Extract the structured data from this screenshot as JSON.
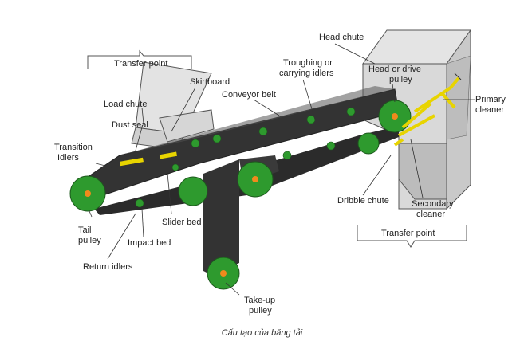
{
  "labels": {
    "transfer_point_top": "Transfer point",
    "skirtboard": "Skirtboard",
    "load_chute": "Load chute",
    "dust_seal": "Dust seal",
    "transition_idlers": [
      "Transition",
      "Idlers"
    ],
    "conveyor_belt": "Conveyor belt",
    "troughing_idlers": [
      "Troughing or",
      "carrying idlers"
    ],
    "head_chute": "Head chute",
    "head_pulley": [
      "Head or drive",
      "pulley"
    ],
    "primary_cleaner": [
      "Primary",
      "cleaner"
    ],
    "tail_pulley": [
      "Tail",
      "pulley"
    ],
    "impact_bed": "Impact bed",
    "slider_bed": "Slider bed",
    "return_idlers": "Return idlers",
    "take_up_pulley": [
      "Take-up",
      "pulley"
    ],
    "dribble_chute": "Dribble chute",
    "secondary_cleaner": [
      "Secondary",
      "cleaner"
    ],
    "transfer_point_bottom": "Transfer point"
  },
  "caption": "Cấu tạo của băng tải",
  "colors": {
    "pulley": "#2e9a2e",
    "pulley_hub": "#f08a1c",
    "belt": "#2b2b2b",
    "cleaner": "#e8d400",
    "chute": "#cfcfcf"
  }
}
